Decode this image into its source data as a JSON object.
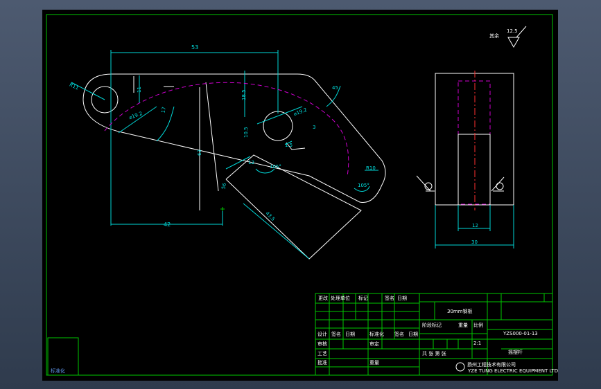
{
  "drawing": {
    "roughness": {
      "label": "其余",
      "value": "12.5"
    },
    "front_view": {
      "dim_53": "53",
      "dim_42": "42",
      "dim_r11": "R11",
      "dim_d19_2_left": "⌀19.2",
      "dim_d19_2_right": "⌀19.2",
      "dim_11": "11",
      "dim_18_5": "18.5",
      "dim_17": "17",
      "dim_10_5": "10.5",
      "dim_3": "3",
      "dim_1_5": "1.5",
      "dim_45": "45",
      "dim_r10": "R10",
      "dim_105_a": "105°",
      "dim_105_b": "105°",
      "dim_12": "12",
      "dim_43_5": "43.5",
      "dim_56": "56",
      "dim_63": "63"
    },
    "side_view": {
      "dim_12": "12",
      "dim_30": "30"
    }
  },
  "title_block": {
    "header": [
      "更改",
      "处理单位",
      "标记",
      "签名",
      "日期"
    ],
    "material": "30mm钢板",
    "part_name": "摇摆杆",
    "drawing_no": "YZS000-01-13",
    "scale": "2:1",
    "row_design": [
      "设计",
      "签名",
      "日期",
      "标准化",
      "签名",
      "日期"
    ],
    "row_check": "审核",
    "row_process": "工艺",
    "row_approve": "批准",
    "row_review": "审定",
    "label_weight": "重量",
    "label_scale": "比例",
    "label_stage": "阶段标记",
    "label_sheet": "共 张 第 张",
    "company": "扬州工程技术有限公司",
    "company_en": "YZE TUNG ELECTRIC EQUIPMENT LTD."
  },
  "corner_stamp": "标准化"
}
